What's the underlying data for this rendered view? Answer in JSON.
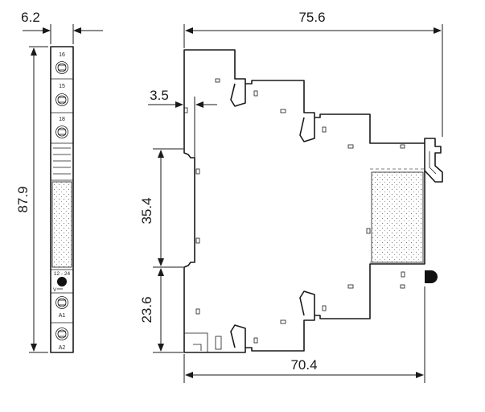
{
  "dimensions": {
    "module_width": "6.2",
    "overall_depth": "75.6",
    "overall_height": "87.9",
    "shoulder_offset": "3.5",
    "rail_span": "35.4",
    "lower_section": "23.6",
    "base_depth": "70.4"
  },
  "terminals": {
    "top_1": "16",
    "top_2": "15",
    "top_3": "18",
    "voltage": "12 - 24",
    "voltage_unit": "V",
    "bottom_1": "A1",
    "bottom_2": "A2"
  }
}
